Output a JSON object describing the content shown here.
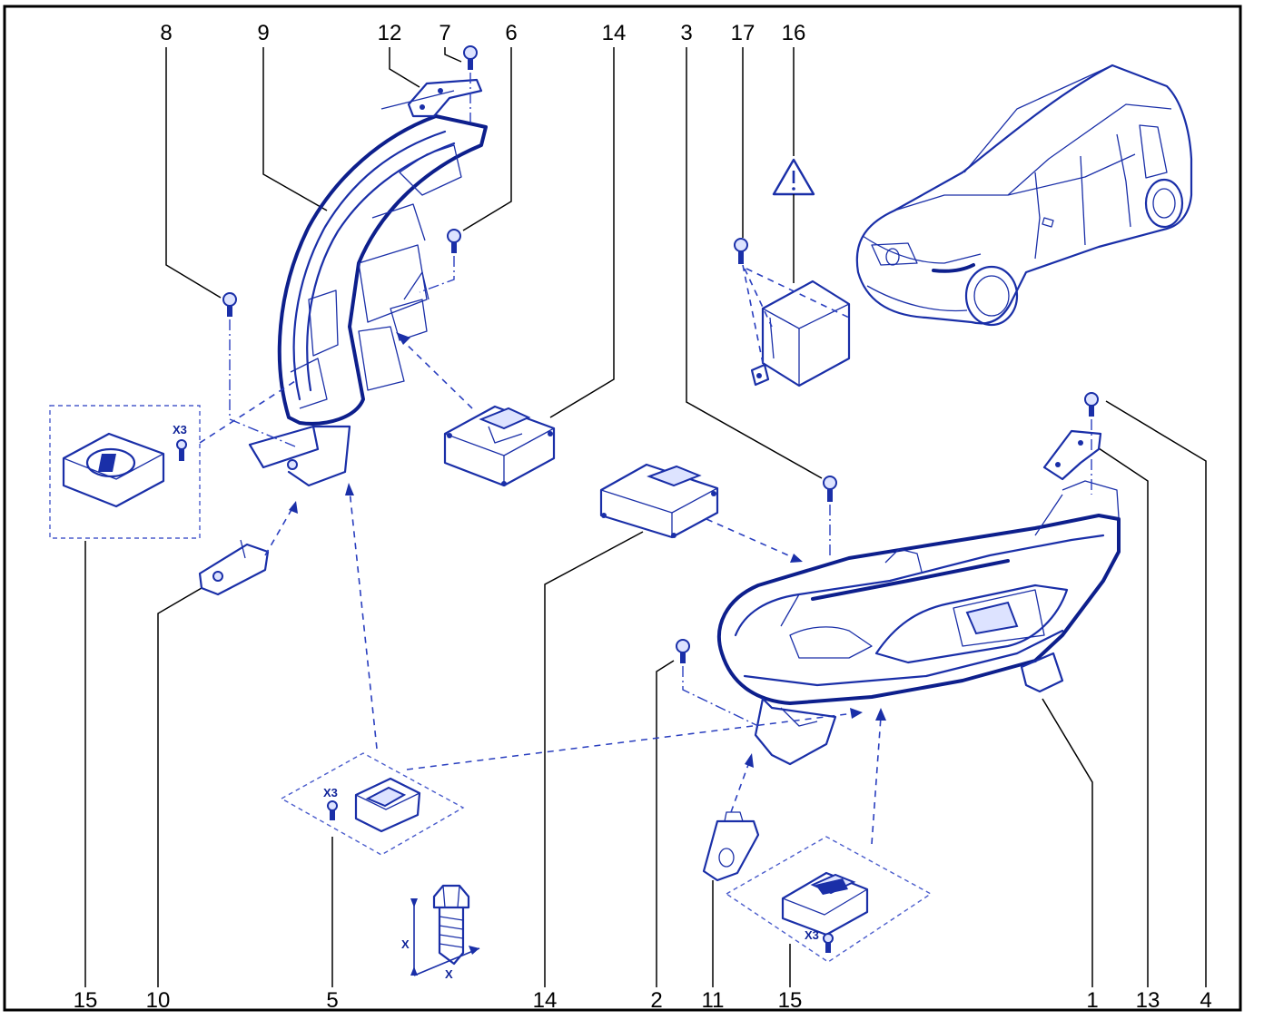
{
  "labels": [
    {
      "id": "label-8",
      "text": "8"
    },
    {
      "id": "label-9",
      "text": "9"
    },
    {
      "id": "label-12",
      "text": "12"
    },
    {
      "id": "label-7",
      "text": "7"
    },
    {
      "id": "label-6",
      "text": "6"
    },
    {
      "id": "label-14-top",
      "text": "14"
    },
    {
      "id": "label-3",
      "text": "3"
    },
    {
      "id": "label-17",
      "text": "17"
    },
    {
      "id": "label-16",
      "text": "16"
    },
    {
      "id": "label-15-left",
      "text": "15"
    },
    {
      "id": "label-10",
      "text": "10"
    },
    {
      "id": "label-5",
      "text": "5"
    },
    {
      "id": "label-14-bottom",
      "text": "14"
    },
    {
      "id": "label-2",
      "text": "2"
    },
    {
      "id": "label-11",
      "text": "11"
    },
    {
      "id": "label-15-right",
      "text": "15"
    },
    {
      "id": "label-1",
      "text": "1"
    },
    {
      "id": "label-13",
      "text": "13"
    },
    {
      "id": "label-4",
      "text": "4"
    }
  ],
  "quantity_tags": {
    "kit_15_left": "X3",
    "kit_5": "X3",
    "kit_15_right": "X3"
  },
  "dimension_marks": {
    "screw_x_vertical": "X",
    "screw_x_horizontal": "X"
  },
  "warning_symbol": "warning-triangle-icon",
  "colors": {
    "line_art": "#1a2fa8",
    "frame": "#000000"
  }
}
